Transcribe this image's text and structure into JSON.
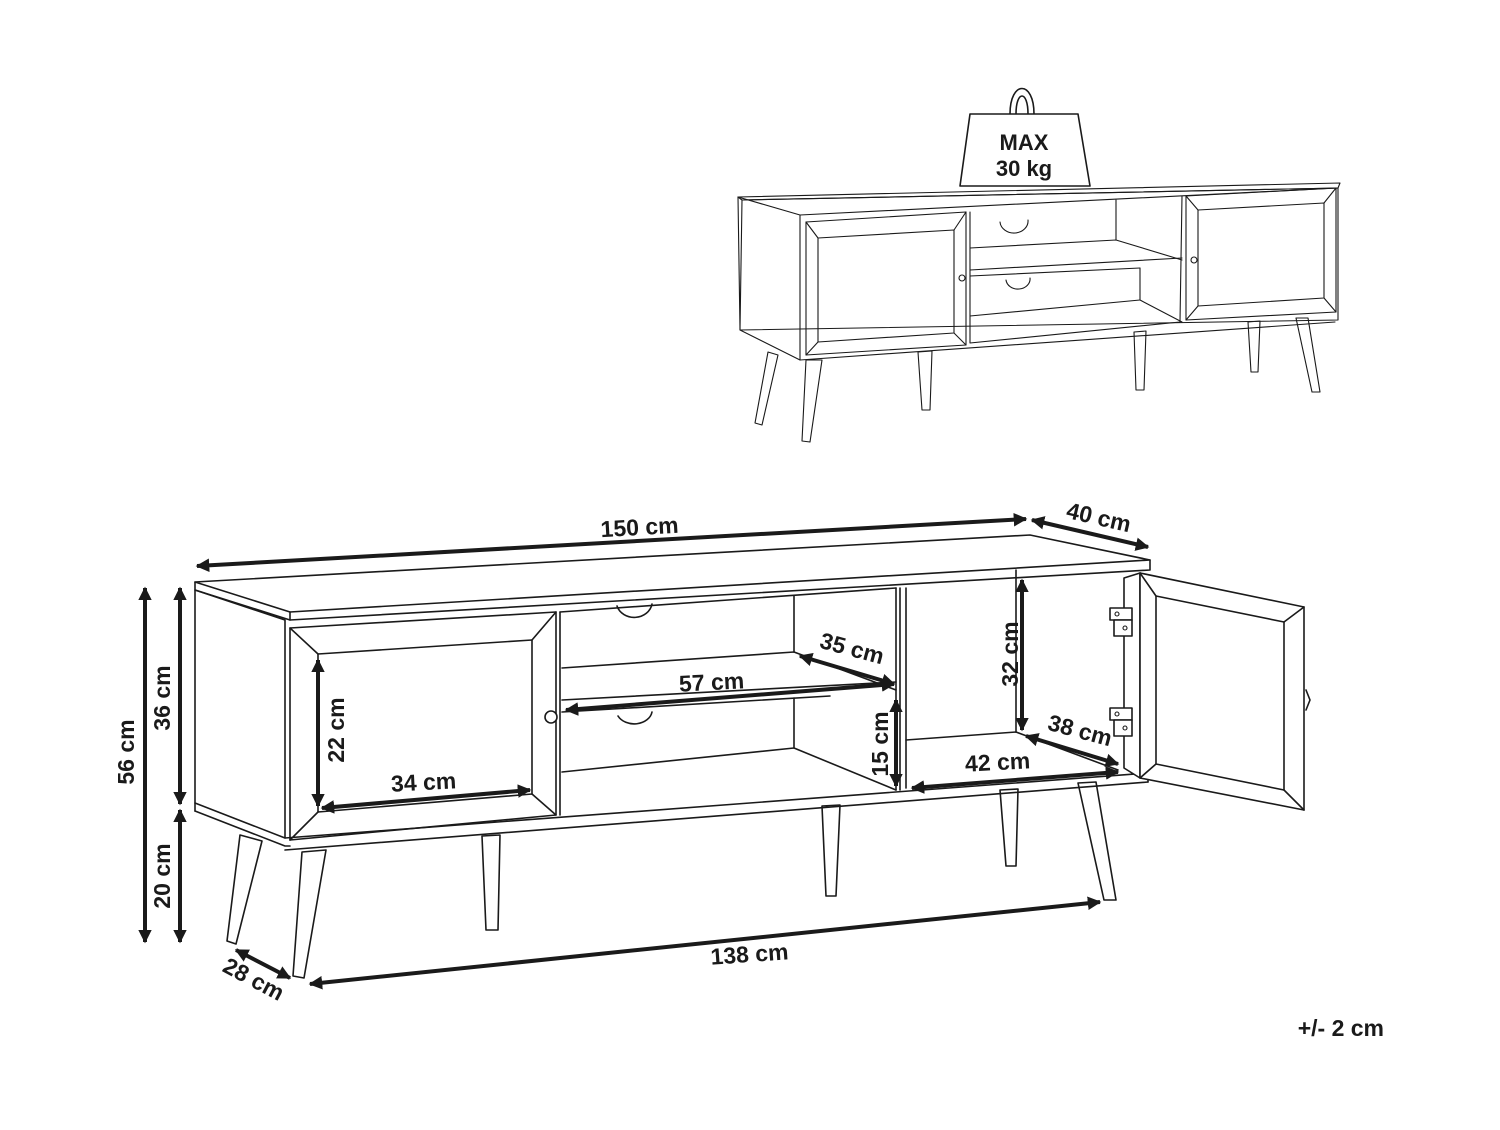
{
  "weight_tag": {
    "line1": "MAX",
    "line2": "30 kg"
  },
  "dimensions": {
    "width": "150 cm",
    "depth": "40 cm",
    "total_height": "56 cm",
    "body_height": "36 cm",
    "leg_height": "20 cm",
    "leg_spacing_width": "138 cm",
    "leg_spacing_depth": "28 cm",
    "left_compartment_height": "22 cm",
    "left_compartment_width": "34 cm",
    "shelf_width": "57 cm",
    "shelf_depth": "35 cm",
    "lower_opening_height": "15 cm",
    "right_compartment_height": "32 cm",
    "right_compartment_depth": "38 cm",
    "right_compartment_width": "42 cm"
  },
  "tolerance": "+/- 2 cm"
}
